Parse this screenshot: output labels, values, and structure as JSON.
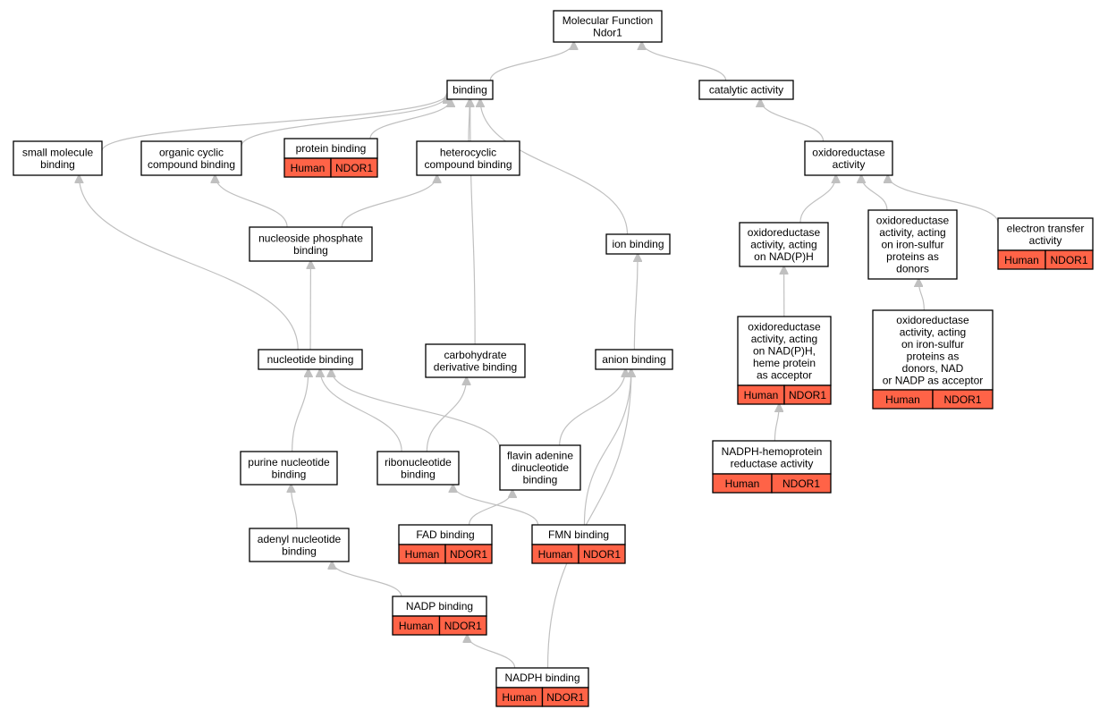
{
  "colors": {
    "annotation_fill": "#ff6347",
    "edge": "#c0c0c0",
    "node_border": "#000000"
  },
  "nodes": {
    "mf": {
      "lines": [
        "Molecular Function",
        "Ndor1"
      ]
    },
    "binding": {
      "lines": [
        "binding"
      ]
    },
    "catalytic": {
      "lines": [
        "catalytic activity"
      ]
    },
    "small": {
      "lines": [
        "small molecule",
        "binding"
      ]
    },
    "organic": {
      "lines": [
        "organic cyclic",
        "compound binding"
      ]
    },
    "protein": {
      "lines": [
        "protein binding"
      ],
      "ann": [
        "Human",
        "NDOR1"
      ]
    },
    "hetero": {
      "lines": [
        "heterocyclic",
        "compound binding"
      ]
    },
    "oxido": {
      "lines": [
        "oxidoreductase",
        "activity"
      ]
    },
    "nucphos": {
      "lines": [
        "nucleoside phosphate",
        "binding"
      ]
    },
    "ion": {
      "lines": [
        "ion binding"
      ]
    },
    "oxnadph": {
      "lines": [
        "oxidoreductase",
        "activity, acting",
        "on NAD(P)H"
      ]
    },
    "oxfes": {
      "lines": [
        "oxidoreductase",
        "activity, acting",
        "on iron-sulfur",
        "proteins as",
        "donors"
      ]
    },
    "etrans": {
      "lines": [
        "electron transfer",
        "activity"
      ],
      "ann": [
        "Human",
        "NDOR1"
      ]
    },
    "nucleo": {
      "lines": [
        "nucleotide binding"
      ]
    },
    "carbo": {
      "lines": [
        "carbohydrate",
        "derivative binding"
      ]
    },
    "anion": {
      "lines": [
        "anion binding"
      ]
    },
    "oxheme": {
      "lines": [
        "oxidoreductase",
        "activity, acting",
        "on NAD(P)H,",
        "heme protein",
        "as acceptor"
      ],
      "ann": [
        "Human",
        "NDOR1"
      ]
    },
    "oxfesnad": {
      "lines": [
        "oxidoreductase",
        "activity, acting",
        "on iron-sulfur",
        "proteins as",
        "donors, NAD",
        "or NADP as acceptor"
      ],
      "ann": [
        "Human",
        "NDOR1"
      ]
    },
    "purine": {
      "lines": [
        "purine nucleotide",
        "binding"
      ]
    },
    "ribo": {
      "lines": [
        "ribonucleotide",
        "binding"
      ]
    },
    "flavin": {
      "lines": [
        "flavin adenine",
        "dinucleotide",
        "binding"
      ]
    },
    "nadphhemo": {
      "lines": [
        "NADPH-hemoprotein",
        "reductase activity"
      ],
      "ann": [
        "Human",
        "NDOR1"
      ]
    },
    "adenyl": {
      "lines": [
        "adenyl nucleotide",
        "binding"
      ]
    },
    "fad": {
      "lines": [
        "FAD binding"
      ],
      "ann": [
        "Human",
        "NDOR1"
      ]
    },
    "fmn": {
      "lines": [
        "FMN binding"
      ],
      "ann": [
        "Human",
        "NDOR1"
      ]
    },
    "nadp": {
      "lines": [
        "NADP binding"
      ],
      "ann": [
        "Human",
        "NDOR1"
      ]
    },
    "nadph": {
      "lines": [
        "NADPH binding"
      ],
      "ann": [
        "Human",
        "NDOR1"
      ]
    }
  },
  "edges": [
    [
      "binding",
      "mf"
    ],
    [
      "catalytic",
      "mf"
    ],
    [
      "small",
      "binding"
    ],
    [
      "organic",
      "binding"
    ],
    [
      "protein",
      "binding"
    ],
    [
      "hetero",
      "binding"
    ],
    [
      "ion",
      "binding"
    ],
    [
      "carbo",
      "binding"
    ],
    [
      "oxido",
      "catalytic"
    ],
    [
      "nucphos",
      "organic"
    ],
    [
      "nucphos",
      "hetero"
    ],
    [
      "nucleo",
      "small"
    ],
    [
      "nucleo",
      "nucphos"
    ],
    [
      "oxnadph",
      "oxido"
    ],
    [
      "oxfes",
      "oxido"
    ],
    [
      "etrans",
      "oxido"
    ],
    [
      "oxheme",
      "oxnadph"
    ],
    [
      "oxfesnad",
      "oxfes"
    ],
    [
      "nadphhemo",
      "oxheme"
    ],
    [
      "anion",
      "ion"
    ],
    [
      "purine",
      "nucleo"
    ],
    [
      "ribo",
      "nucleo"
    ],
    [
      "ribo",
      "carbo"
    ],
    [
      "flavin",
      "nucleo"
    ],
    [
      "flavin",
      "anion"
    ],
    [
      "adenyl",
      "purine"
    ],
    [
      "fad",
      "flavin"
    ],
    [
      "fmn",
      "ribo"
    ],
    [
      "fmn",
      "anion"
    ],
    [
      "nadp",
      "adenyl"
    ],
    [
      "nadph",
      "nadp"
    ],
    [
      "nadph",
      "anion"
    ]
  ]
}
